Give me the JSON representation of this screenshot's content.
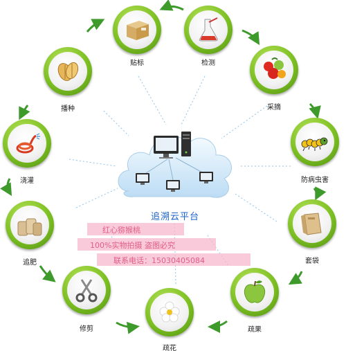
{
  "diagram": {
    "center_label": "追溯云平台",
    "nodes": [
      {
        "id": "tiebiao",
        "label": "贴标",
        "icon": "box-icon"
      },
      {
        "id": "jiance",
        "label": "检测",
        "icon": "flask-icon"
      },
      {
        "id": "caizhai",
        "label": "采摘",
        "icon": "fruit-basket-icon"
      },
      {
        "id": "fangbing",
        "label": "防病虫害",
        "icon": "caterpillar-icon"
      },
      {
        "id": "taodai",
        "label": "套袋",
        "icon": "paper-bag-icon"
      },
      {
        "id": "shuguo",
        "label": "疏果",
        "icon": "apple-icon"
      },
      {
        "id": "shuhua",
        "label": "疏花",
        "icon": "flower-icon"
      },
      {
        "id": "xiujian",
        "label": "修剪",
        "icon": "scissors-icon"
      },
      {
        "id": "zhuifei",
        "label": "追肥",
        "icon": "fertilizer-bags-icon"
      },
      {
        "id": "jiaoguan",
        "label": "浇灌",
        "icon": "hose-icon"
      },
      {
        "id": "bozhong",
        "label": "播种",
        "icon": "seeds-icon"
      }
    ]
  },
  "watermark": {
    "line1": "红心猕猴桃",
    "line2": "100%实物拍摄 盗图必究",
    "line3": "联系电话：15030405084"
  },
  "colors": {
    "ring": "#7cbf22",
    "arrow": "#3f9a2c",
    "platform_text": "#1e63c8",
    "cloud": "#cfe6f8"
  }
}
